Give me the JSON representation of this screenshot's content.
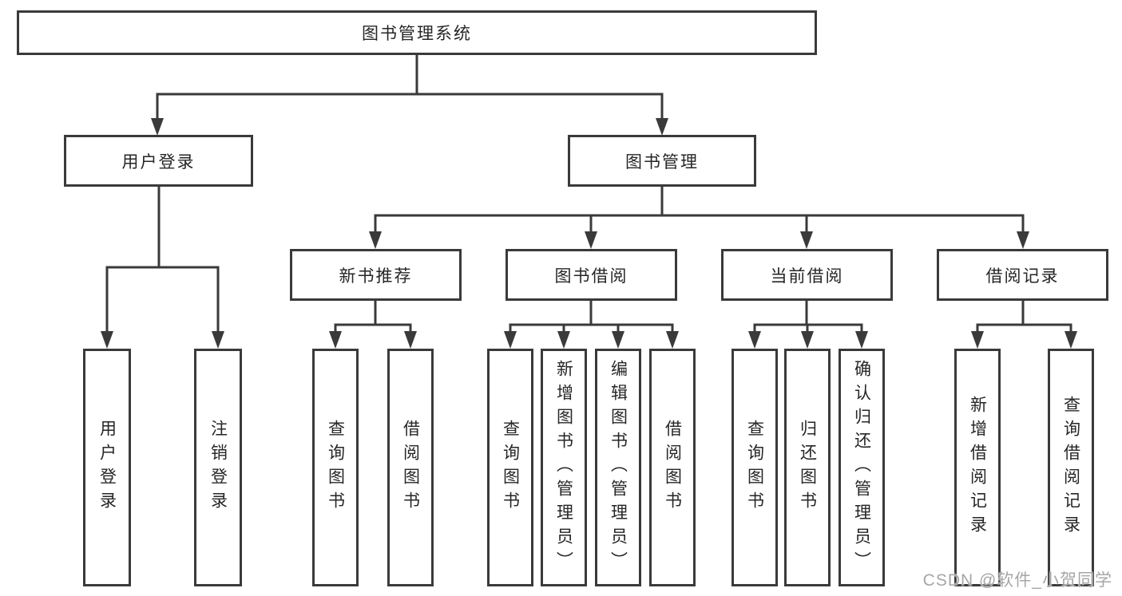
{
  "colors": {
    "line": "#3a3a3a",
    "text": "#262626",
    "box_background": "#ffffff",
    "watermark": "#a6a6a6"
  },
  "watermark": {
    "text": "CSDN @软件_小贺同学"
  },
  "tree": {
    "label": "图书管理系统",
    "children": [
      {
        "label": "用户登录",
        "children": [
          {
            "label": "用户登录"
          },
          {
            "label": "注销登录"
          }
        ]
      },
      {
        "label": "图书管理",
        "children": [
          {
            "label": "新书推荐",
            "children": [
              {
                "label": "查询图书"
              },
              {
                "label": "借阅图书"
              }
            ]
          },
          {
            "label": "图书借阅",
            "children": [
              {
                "label": "查询图书"
              },
              {
                "label": "新增图书（管理员）"
              },
              {
                "label": "编辑图书（管理员）"
              },
              {
                "label": "借阅图书"
              }
            ]
          },
          {
            "label": "当前借阅",
            "children": [
              {
                "label": "查询图书"
              },
              {
                "label": "归还图书"
              },
              {
                "label": "确认归还（管理员）"
              }
            ]
          },
          {
            "label": "借阅记录",
            "children": [
              {
                "label": "新增借阅记录"
              },
              {
                "label": "查询借阅记录"
              }
            ]
          }
        ]
      }
    ]
  }
}
